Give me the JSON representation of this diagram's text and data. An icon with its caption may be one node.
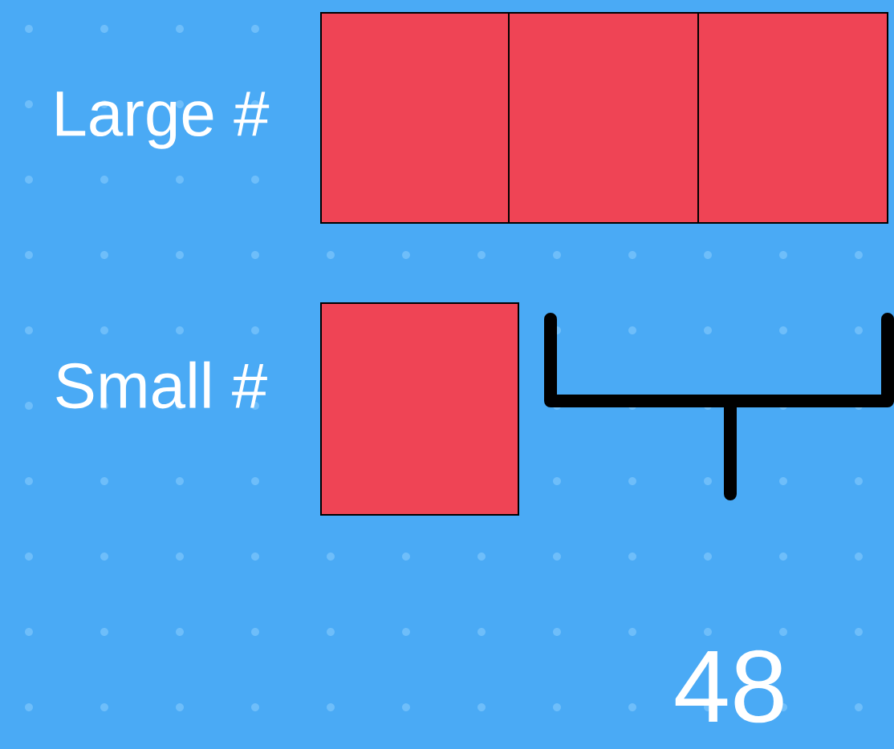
{
  "diagram": {
    "nodes": [
      {
        "text": [],
        "shape": "box"
      },
      {
        "text": [],
        "shape": "box"
      },
      {
        "text": [],
        "shape": "box"
      },
      {
        "text": [],
        "shape": "box"
      }
    ],
    "labels": [
      "Large #",
      "Small #",
      "48"
    ]
  }
}
